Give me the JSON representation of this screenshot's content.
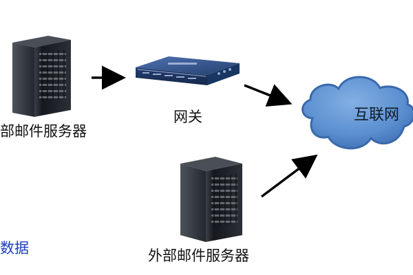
{
  "diagram": {
    "labels": {
      "internal_server": "部邮件服务器",
      "gateway": "网关",
      "internet": "互联网",
      "external_server": "外部邮件服务器",
      "data": "数据"
    },
    "colors": {
      "cloud_fill": "#5b8fd0",
      "cloud_stroke": "#3a69aa",
      "gateway_body": "#243f7c",
      "server_dark": "#1f232b",
      "arrow": "#000000",
      "blue_text": "#1f3fbf"
    },
    "icons": {
      "internal_server": "server-tower-icon",
      "gateway": "network-gateway-icon",
      "internet": "cloud-icon",
      "external_server": "server-tower-icon"
    }
  }
}
